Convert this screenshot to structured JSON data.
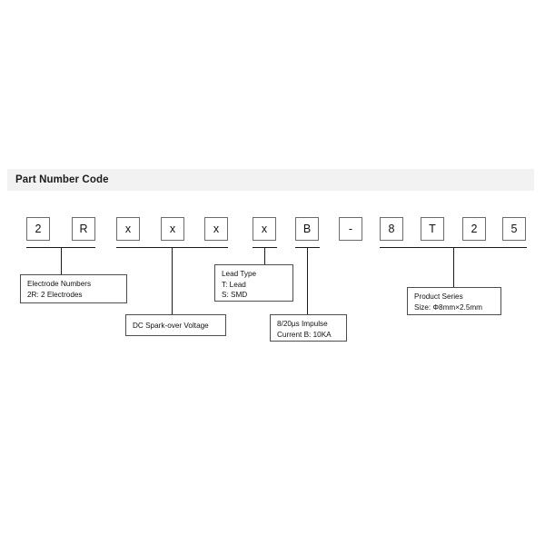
{
  "section": {
    "title": "Part Number Code"
  },
  "code_boxes": [
    {
      "id": "electrode-count",
      "char": "2"
    },
    {
      "id": "electrode-letter",
      "char": "R"
    },
    {
      "id": "spark-voltage-1",
      "char": "x"
    },
    {
      "id": "spark-voltage-2",
      "char": "x"
    },
    {
      "id": "spark-voltage-3",
      "char": "x"
    },
    {
      "id": "lead-type",
      "char": "x"
    },
    {
      "id": "impulse-current",
      "char": "B"
    },
    {
      "id": "separator",
      "char": "-"
    },
    {
      "id": "series-1",
      "char": "8"
    },
    {
      "id": "series-2",
      "char": "T"
    },
    {
      "id": "series-3",
      "char": "2"
    },
    {
      "id": "series-4",
      "char": "5"
    }
  ],
  "callouts": {
    "electrode": {
      "line1": "Electrode Numbers",
      "line2": "2R: 2 Electrodes"
    },
    "spark_voltage": {
      "line1": "DC Spark-over Voltage"
    },
    "lead_type": {
      "line1": "Lead Type",
      "line2": "T: Lead",
      "line3": "S: SMD"
    },
    "impulse": {
      "line1": "8/20µs Impulse",
      "line2": "Current   B: 10KA"
    },
    "product_series": {
      "line1": "Product Series",
      "line2": "Size: Φ8mm×2.5mm"
    }
  },
  "colors": {
    "header_bg": "#f2f2f2",
    "box_border": "#6b6b6b",
    "line": "#1a1a1a",
    "text": "#111111"
  }
}
